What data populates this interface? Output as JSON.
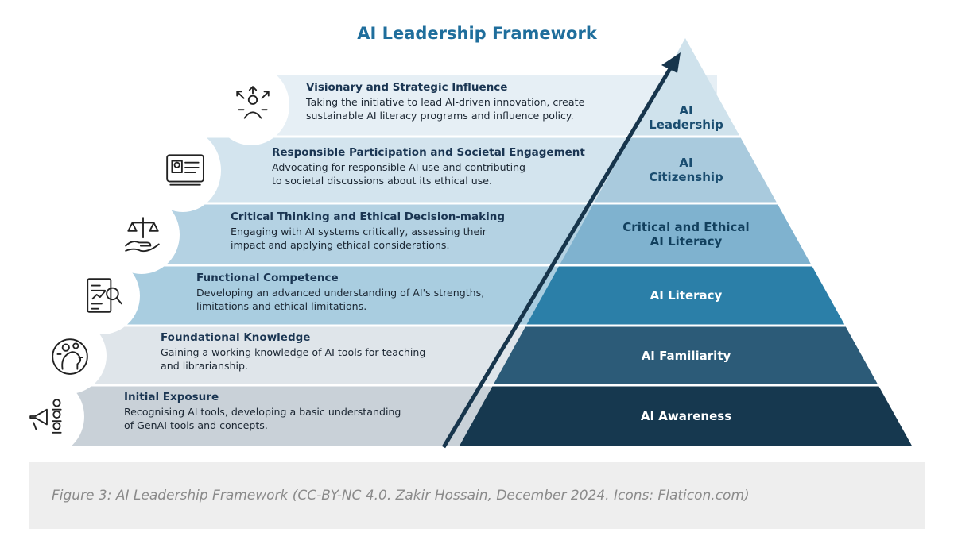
{
  "title": "AI Leadership Framework",
  "caption": "Figure 3: AI Leadership Framework (CC-BY-NC 4.0. Zakir Hossain, December 2024. Icons: Flaticon.com)",
  "tiers": [
    {
      "label_lines": [
        "AI",
        "Leadership"
      ],
      "heading": "Visionary and Strategic Influence",
      "desc_lines": [
        "Taking the initiative to lead AI-driven innovation, create",
        "sustainable AI literacy programs and influence policy."
      ],
      "icon": "strategy-arrows-person-icon",
      "color": "#cfe2ec",
      "label_color": "#1a4d70",
      "ribbon_color": "#e6eff5"
    },
    {
      "label_lines": [
        "AI",
        "Citizenship"
      ],
      "heading": "Responsible Participation and Societal Engagement",
      "desc_lines": [
        "Advocating for responsible AI use and contributing",
        "to societal discussions about its ethical use."
      ],
      "icon": "id-card-icon",
      "color": "#a9cadd",
      "label_color": "#1a4d70",
      "ribbon_color": "#d3e4ee"
    },
    {
      "label_lines": [
        "Critical and Ethical",
        "AI Literacy"
      ],
      "heading": "Critical Thinking and Ethical Decision-making",
      "desc_lines": [
        "Engaging with AI systems critically, assessing their",
        "impact and applying ethical considerations."
      ],
      "icon": "balance-scale-hand-icon",
      "color": "#7fb2cf",
      "label_color": "#12405e",
      "ribbon_color": "#b4d2e3"
    },
    {
      "label_lines": [
        "AI Literacy"
      ],
      "heading": "Functional Competence",
      "desc_lines": [
        "Developing an advanced understanding of AI's strengths,",
        "limitations and ethical limitations."
      ],
      "icon": "report-magnifier-icon",
      "color": "#2b7fa8",
      "label_color": "#ffffff",
      "ribbon_color": "#a9cde0"
    },
    {
      "label_lines": [
        "AI Familiarity"
      ],
      "heading": "Foundational Knowledge",
      "desc_lines": [
        "Gaining a working knowledge of AI tools for teaching",
        "and librarianship."
      ],
      "icon": "head-gears-icon",
      "color": "#2c5b78",
      "label_color": "#ffffff",
      "ribbon_color": "#dfe5ea"
    },
    {
      "label_lines": [
        "AI Awareness"
      ],
      "heading": "Initial Exposure",
      "desc_lines": [
        "Recognising AI tools, developing a basic understanding",
        "of GenAI tools and concepts."
      ],
      "icon": "megaphone-people-icon",
      "color": "#16384f",
      "label_color": "#ffffff",
      "ribbon_color": "#c9d1d8"
    }
  ],
  "arrow_color": "#17354c"
}
